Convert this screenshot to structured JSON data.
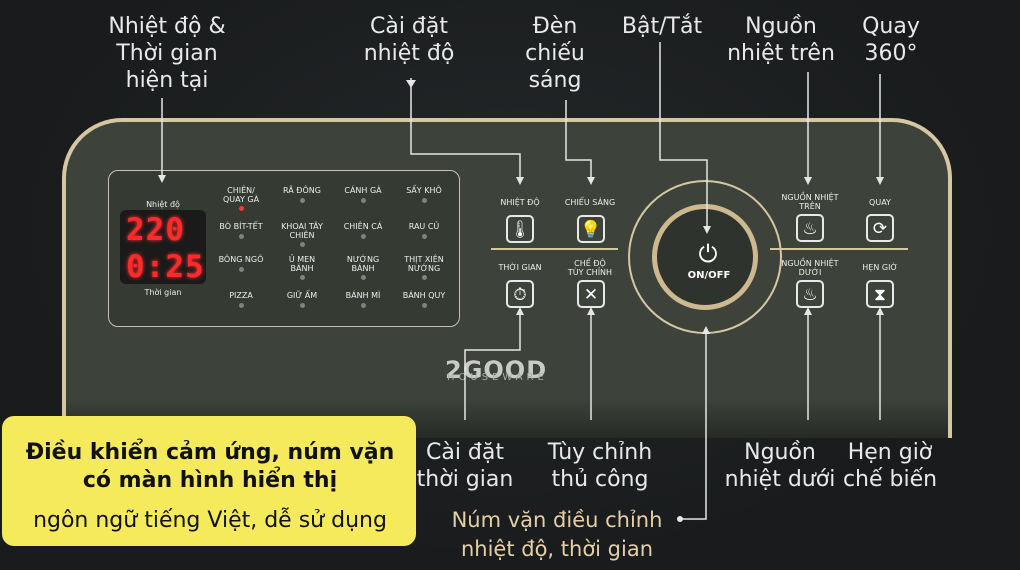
{
  "labels": {
    "temp_time_now": "Nhiệt độ &\nThời gian\nhiện tại",
    "set_temp": "Cài đặt\nnhiệt độ",
    "light": "Đèn\nchiếu\nsáng",
    "on_off": "Bật/Tắt",
    "top_heat": "Nguồn\nnhiệt trên",
    "rotate": "Quay\n360°",
    "set_time": "Cài đặt\nthời gian",
    "manual": "Tùy chỉnh\nthủ công",
    "bottom_heat": "Nguồn\nnhiệt dưới",
    "timer": "Hẹn giờ\nchế biến",
    "knob": "Núm vặn điều chỉnh\nnhiệt độ, thời gian"
  },
  "callout": {
    "line1": "Điều khiển cảm ứng, núm vặn\ncó màn hình hiển thị",
    "line2": "ngôn ngữ tiếng Việt, dễ sử dụng"
  },
  "display": {
    "temp_label": "Nhiệt độ",
    "time_label": "Thời gian",
    "temp_value": "220",
    "time_value": "0:25"
  },
  "menu": [
    {
      "label": "CHIÊN/\nQUAY GÀ",
      "active": true
    },
    {
      "label": "RÃ ĐÔNG",
      "active": false
    },
    {
      "label": "CÁNH GÀ",
      "active": false
    },
    {
      "label": "SẤY KHÔ",
      "active": false
    },
    {
      "label": "BÒ BÍT-TẾT",
      "active": false
    },
    {
      "label": "KHOAI TÂY\nCHIÊN",
      "active": false
    },
    {
      "label": "CHIÊN CÁ",
      "active": false
    },
    {
      "label": "RAU CỦ",
      "active": false
    },
    {
      "label": "BÔNG NGÔ",
      "active": false
    },
    {
      "label": "Ủ MEN\nBÁNH",
      "active": false
    },
    {
      "label": "NƯỚNG\nBÁNH",
      "active": false
    },
    {
      "label": "THỊT XIÊN\nNƯỚNG",
      "active": false
    },
    {
      "label": "PIZZA",
      "active": false
    },
    {
      "label": "GIỮ ẤM",
      "active": false
    },
    {
      "label": "BÁNH MÌ",
      "active": false
    },
    {
      "label": "BÁNH QUY",
      "active": false
    }
  ],
  "buttons": {
    "temp": "NHIỆT ĐỘ",
    "light": "CHIẾU SÁNG",
    "time": "THỜI GIAN",
    "custom": "CHẾ ĐỘ\nTÙY CHỈNH",
    "top_heat": "NGUỒN NHIỆT\nTRÊN",
    "rotate": "QUAY",
    "bottom_heat": "NGUỒN NHIỆT\nDƯỚI",
    "timer": "HẸN GIỜ",
    "onoff": "ON/OFF"
  },
  "icons": {
    "temp": "thermometer-icon",
    "light": "lightbulb-icon",
    "time": "stopwatch-icon",
    "custom": "utensils-icon",
    "top_heat": "heat-waves-icon",
    "rotate": "rotate-icon",
    "bottom_heat": "heat-waves-icon",
    "timer": "hourglass-icon",
    "power": "power-icon"
  },
  "brand": {
    "name": "2GOOD",
    "sub": "HOUSEWARE"
  },
  "colors": {
    "panel": "#3d433a",
    "trim": "#d6c6a2",
    "display": "#ff2a2a",
    "callout": "#f4ea5c"
  }
}
